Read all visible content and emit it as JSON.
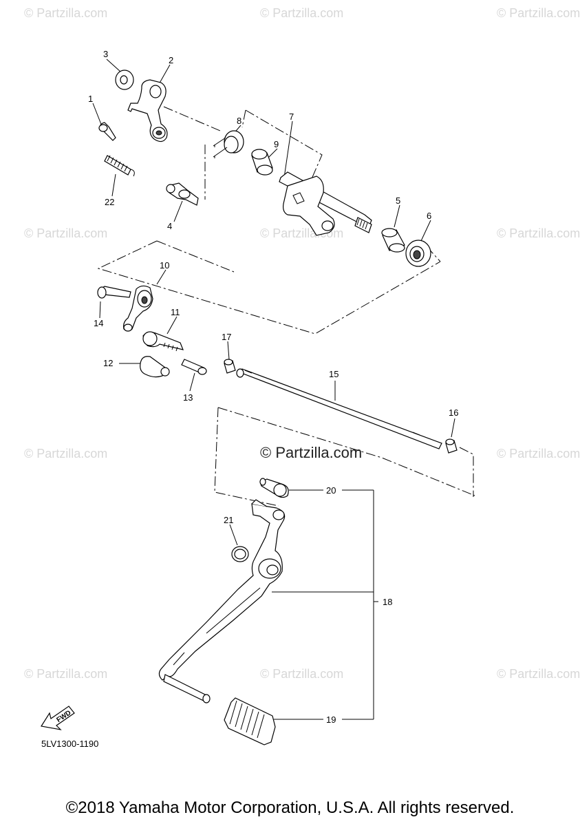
{
  "watermark": "© Partzilla.com",
  "watermark_center": "© Partzilla.com",
  "diagram_code": "5LV1300-1190",
  "fwd_label": "FWD",
  "copyright": "©2018 Yamaha Motor Corporation, U.S.A. All rights reserved.",
  "callouts": {
    "c1": "1",
    "c2": "2",
    "c3": "3",
    "c4": "4",
    "c5": "5",
    "c6": "6",
    "c7": "7",
    "c8": "8",
    "c9": "9",
    "c10": "10",
    "c11": "11",
    "c12": "12",
    "c13": "13",
    "c14": "14",
    "c15": "15",
    "c16": "16",
    "c17": "17",
    "c18": "18",
    "c19": "19",
    "c20": "20",
    "c21": "21",
    "c22": "22"
  }
}
